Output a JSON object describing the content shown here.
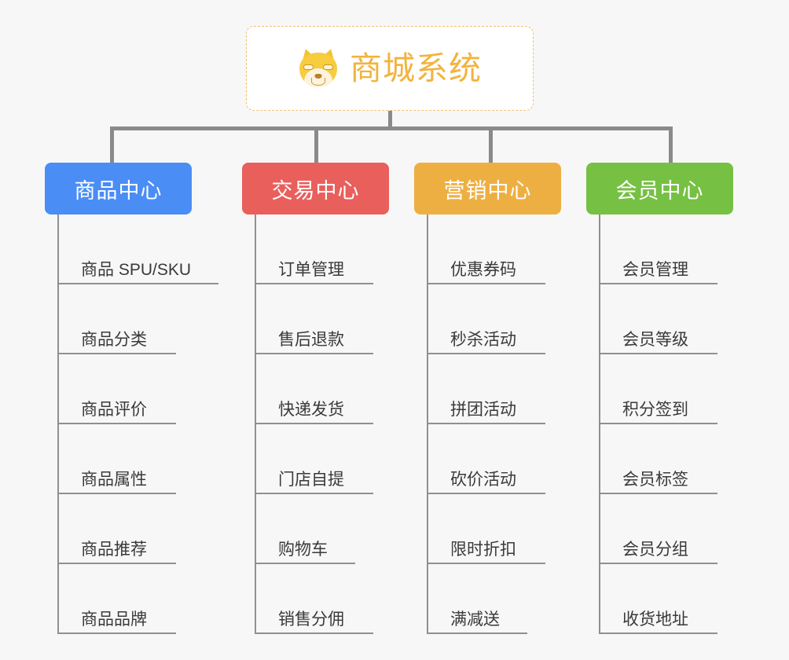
{
  "root": {
    "title": "商城系统",
    "icon": "shiba-dog-icon",
    "border_color": "#f0c070",
    "text_color": "#f2b33d",
    "background": "#ffffff"
  },
  "canvas": {
    "background": "#f7f7f7",
    "connector_color": "#8a8a8a",
    "leaf_line_color": "#909090"
  },
  "columns": [
    {
      "title": "商品中心",
      "color": "#4a8df5",
      "items": [
        {
          "label": "商品 SPU/SKU",
          "underline_width": 205
        },
        {
          "label": "商品分类",
          "underline_width": 151
        },
        {
          "label": "商品评价",
          "underline_width": 151
        },
        {
          "label": "商品属性",
          "underline_width": 151
        },
        {
          "label": "商品推荐",
          "underline_width": 151
        },
        {
          "label": "商品品牌",
          "underline_width": 151
        }
      ]
    },
    {
      "title": "交易中心",
      "color": "#e95f5c",
      "items": [
        {
          "label": "订单管理",
          "underline_width": 151
        },
        {
          "label": "售后退款",
          "underline_width": 151
        },
        {
          "label": "快递发货",
          "underline_width": 151
        },
        {
          "label": "门店自提",
          "underline_width": 151
        },
        {
          "label": "购物车",
          "underline_width": 128
        },
        {
          "label": "销售分佣",
          "underline_width": 151
        }
      ]
    },
    {
      "title": "营销中心",
      "color": "#eeaf42",
      "items": [
        {
          "label": "优惠券码",
          "underline_width": 151
        },
        {
          "label": "秒杀活动",
          "underline_width": 151
        },
        {
          "label": "拼团活动",
          "underline_width": 151
        },
        {
          "label": "砍价活动",
          "underline_width": 151
        },
        {
          "label": "限时折扣",
          "underline_width": 151
        },
        {
          "label": "满减送",
          "underline_width": 128
        }
      ]
    },
    {
      "title": "会员中心",
      "color": "#76c043",
      "items": [
        {
          "label": "会员管理",
          "underline_width": 151
        },
        {
          "label": "会员等级",
          "underline_width": 151
        },
        {
          "label": "积分签到",
          "underline_width": 151
        },
        {
          "label": "会员标签",
          "underline_width": 151
        },
        {
          "label": "会员分组",
          "underline_width": 151
        },
        {
          "label": "收货地址",
          "underline_width": 151
        }
      ]
    }
  ]
}
